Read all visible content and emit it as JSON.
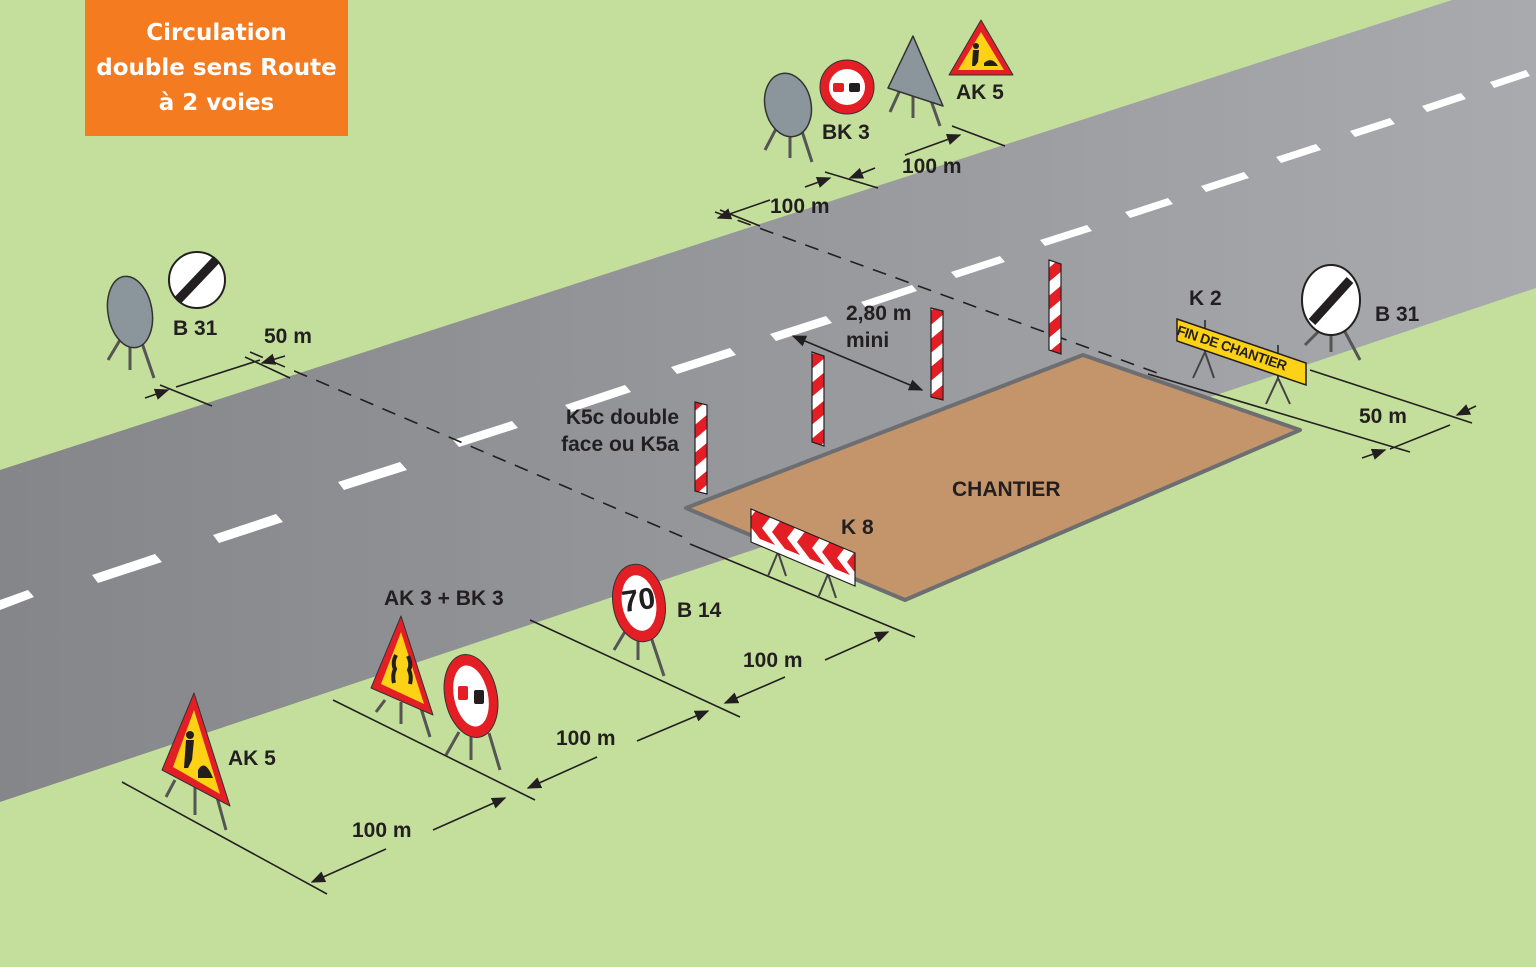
{
  "title": {
    "lines": [
      "Circulation",
      "double sens Route",
      "à 2 voies"
    ],
    "background": "#f47b20"
  },
  "colors": {
    "grass": "#c4df9b",
    "road": "#8e8f93",
    "road_far": "#a7a8ac",
    "lane_marking": "#ffffff",
    "work_zone": "#c4956a",
    "work_zone_border": "#6d6e71",
    "sign_red": "#e31e24",
    "sign_yellow": "#fcd116",
    "sign_back_grey": "#8a969c",
    "text": "#231f20"
  },
  "signs": {
    "ak5_far": "AK 5",
    "bk3_far": "BK 3",
    "b31_left": "B 31",
    "k2": "K 2",
    "k2_panel_text": "FIN DE CHANTIER",
    "b31_right": "B 31",
    "k5": [
      "K5c double",
      "face ou K5a"
    ],
    "k8": "K 8",
    "b14": "B 14",
    "b14_speed": "70",
    "ak3_bk3": "AK 3 + BK 3",
    "ak5_near": "AK 5"
  },
  "zones": {
    "work_zone_label": "CHANTIER",
    "min_width": [
      "2,80 m",
      "mini"
    ]
  },
  "distances": {
    "far_100_a": "100 m",
    "far_100_b": "100 m",
    "left_50": "50 m",
    "right_50": "50 m",
    "near_100_a": "100 m",
    "near_100_b": "100 m",
    "near_100_c": "100 m"
  }
}
